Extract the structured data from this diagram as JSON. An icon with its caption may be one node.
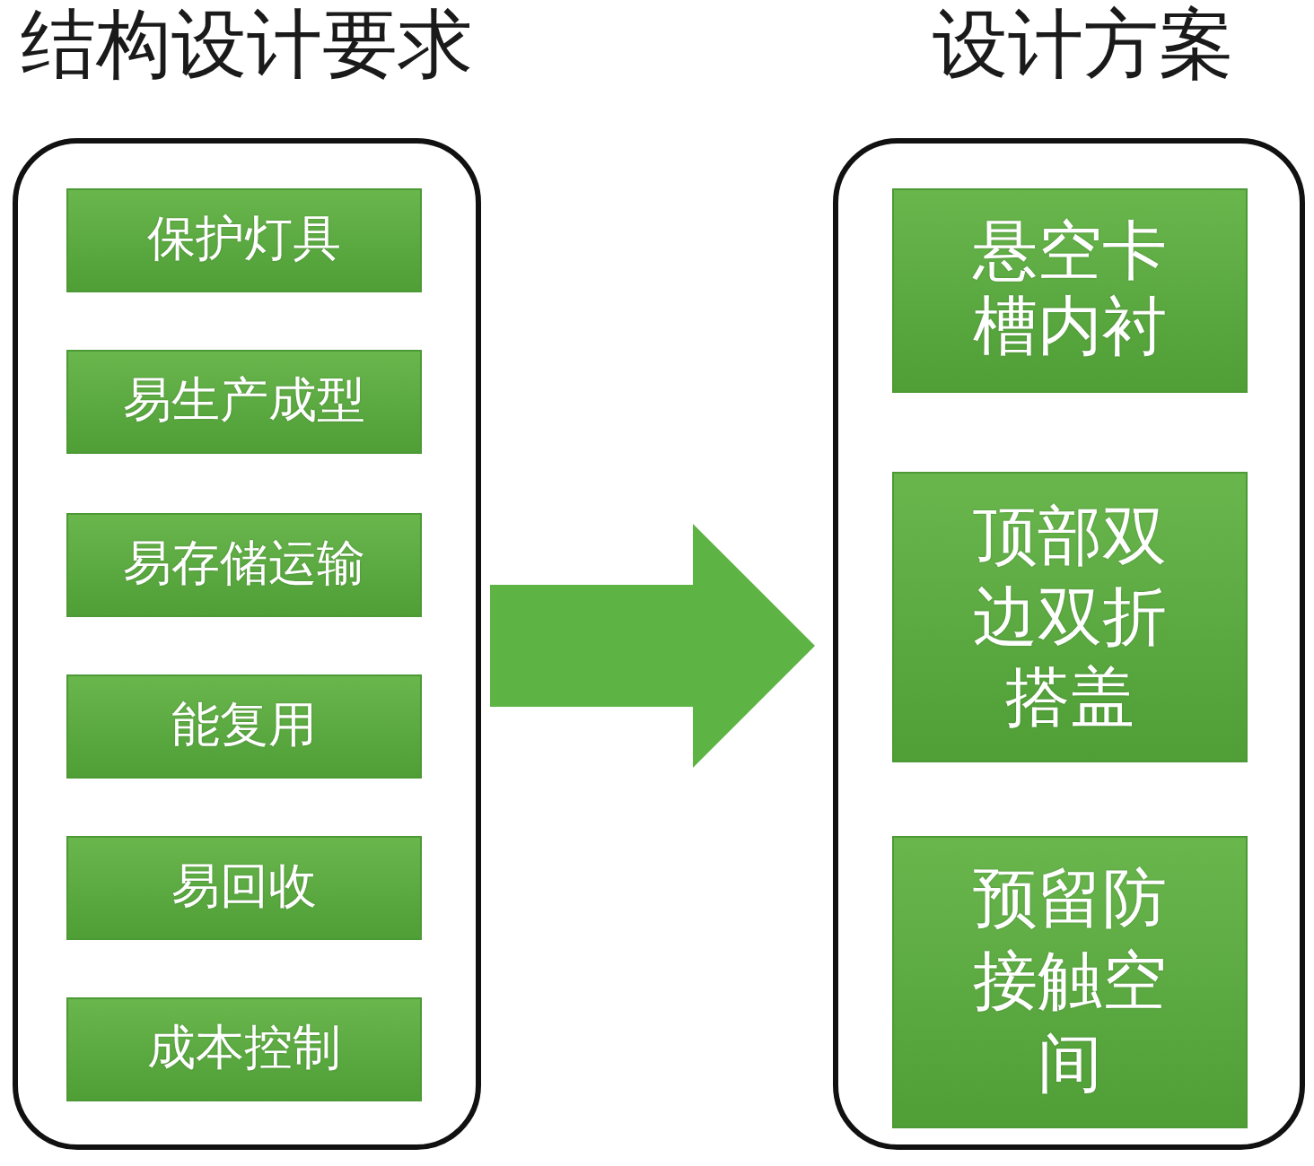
{
  "diagram": {
    "nodes": [
      {
        "text": [
          "结构设计要求"
        ]
      },
      {
        "text": [
          "保护灯具"
        ],
        "in": 0
      },
      {
        "text": [
          "易生产成型"
        ],
        "in": 0
      },
      {
        "text": [
          "易存储运输"
        ],
        "in": 0
      },
      {
        "text": [
          "能复用"
        ],
        "in": 0
      },
      {
        "text": [
          "易回收"
        ],
        "in": 0
      },
      {
        "text": [
          "成本控制"
        ],
        "in": 0
      },
      {
        "text": [
          "设计方案"
        ]
      },
      {
        "text": [
          "悬空卡槽内衬"
        ],
        "in": 7
      },
      {
        "text": [
          "顶部双边双折搭盖"
        ],
        "in": 7
      },
      {
        "text": [
          "预留防接触空间"
        ],
        "in": 7
      }
    ],
    "edges": [
      {
        "from": 0,
        "to": 7,
        "arrow": "to",
        "style": "thick",
        "color": "#5db444"
      }
    ]
  }
}
